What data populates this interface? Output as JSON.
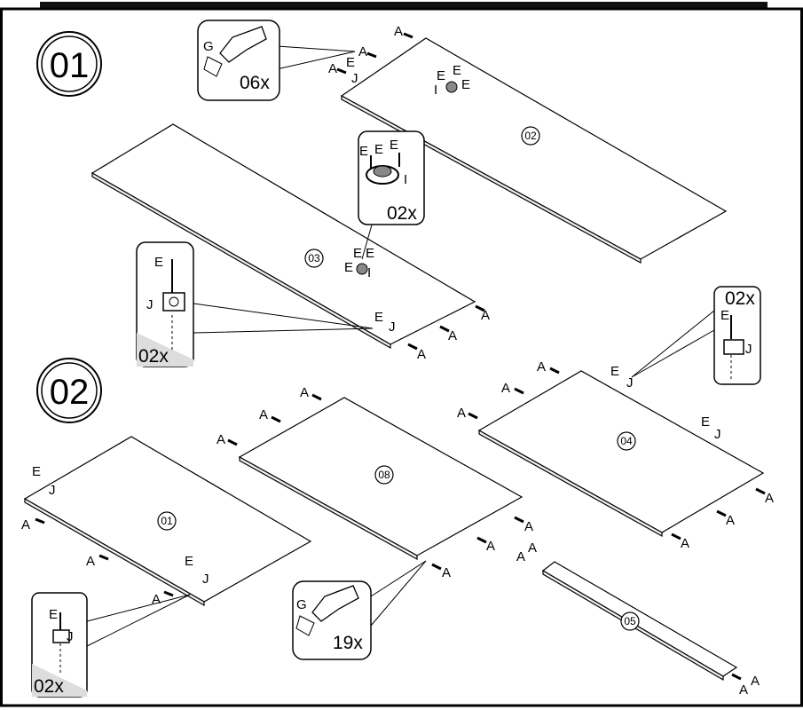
{
  "steps": [
    {
      "number": "01"
    },
    {
      "number": "02"
    }
  ],
  "panels": {
    "p02": "02",
    "p03": "03",
    "p01": "01",
    "p08": "08",
    "p04": "04",
    "p05": "05"
  },
  "callouts": {
    "glue_step1_qty": "06x",
    "cam_step1_qty": "02x",
    "bracket_step1_qty": "02x",
    "bracket_right_qty": "02x",
    "glue_step2_qty": "19x",
    "bracket_step2_qty": "02x"
  },
  "parts": {
    "dowel": "A",
    "screw": "E",
    "glue": "G",
    "cam_housing": "I",
    "bracket": "J"
  }
}
